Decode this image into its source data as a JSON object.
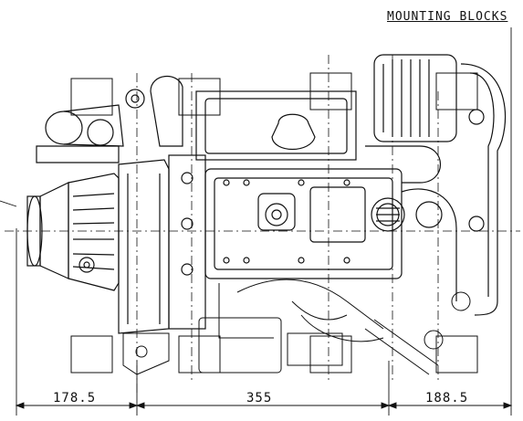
{
  "title": "MOUNTING BLOCKS",
  "dimensions": [
    "178.5",
    "355",
    "188.5"
  ],
  "colors": {
    "line": "#111111",
    "background": "#ffffff"
  }
}
